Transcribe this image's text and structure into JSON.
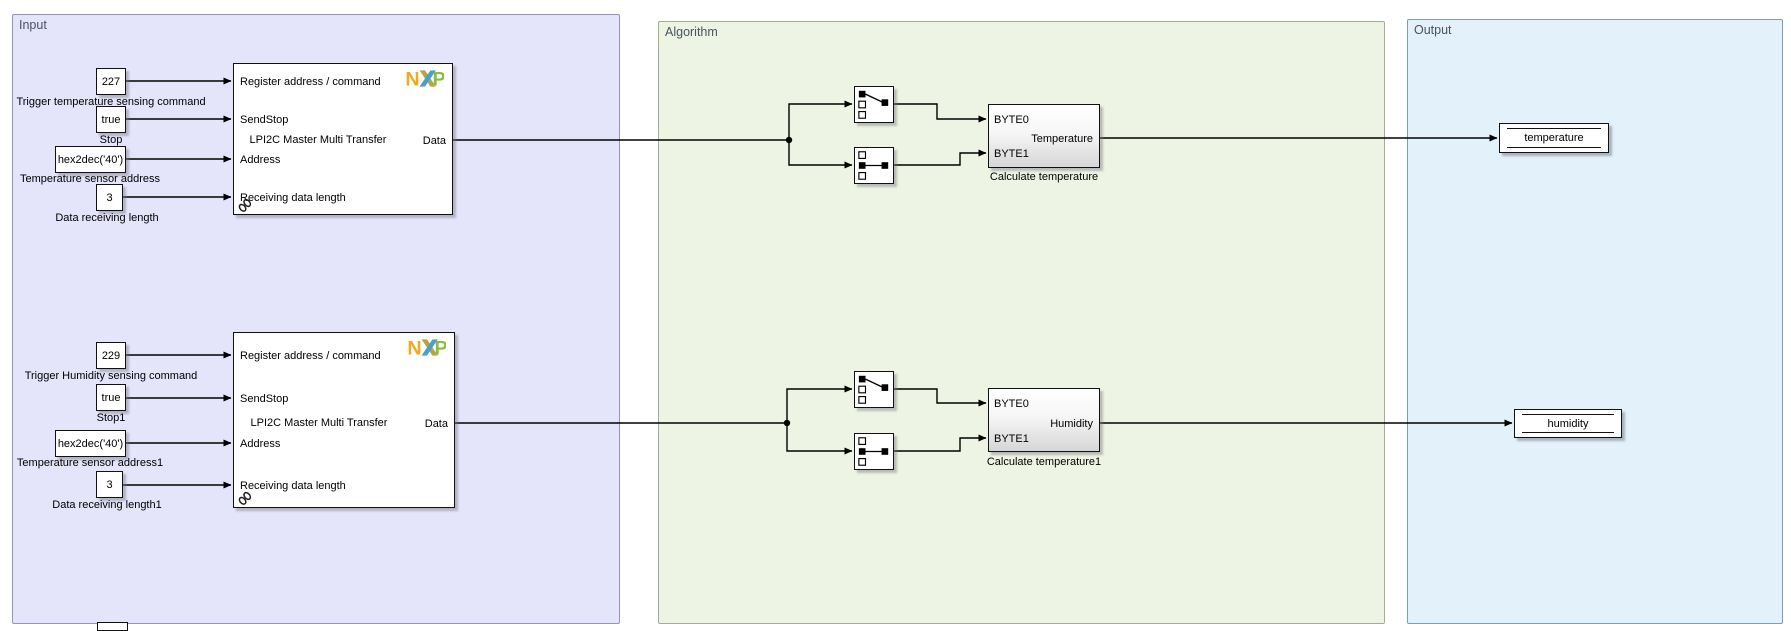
{
  "regions": {
    "input": {
      "label": "Input"
    },
    "algorithm": {
      "label": "Algorithm"
    },
    "output": {
      "label": "Output"
    }
  },
  "icons": {
    "nxp_logo": "NXP",
    "library_link": "chain-link",
    "selector_diag": "selector-first-element",
    "selector_mid": "selector-second-element"
  },
  "transfer1": {
    "title": "LPI2C Master Multi Transfer",
    "ports_in": [
      "Register address / command",
      "SendStop",
      "Address",
      "Receiving data length"
    ],
    "port_out": "Data",
    "constants": [
      {
        "value": "227",
        "label": "Trigger temperature sensing command"
      },
      {
        "value": "true",
        "label": "Stop"
      },
      {
        "value": "hex2dec('40')",
        "label": "Temperature sensor address"
      },
      {
        "value": "3",
        "label": "Data receiving length"
      }
    ]
  },
  "transfer2": {
    "title": "LPI2C Master Multi Transfer",
    "ports_in": [
      "Register address / command",
      "SendStop",
      "Address",
      "Receiving data length"
    ],
    "port_out": "Data",
    "constants": [
      {
        "value": "229",
        "label": "Trigger Humidity sensing command"
      },
      {
        "value": "true",
        "label": "Stop1"
      },
      {
        "value": "hex2dec('40')",
        "label": "Temperature sensor address1"
      },
      {
        "value": "3",
        "label": "Data receiving length1"
      }
    ]
  },
  "calc1": {
    "in1": "BYTE0",
    "in2": "BYTE1",
    "out": "Temperature",
    "label": "Calculate temperature"
  },
  "calc2": {
    "in1": "BYTE0",
    "in2": "BYTE1",
    "out": "Humidity",
    "label": "Calculate temperature1"
  },
  "outports": {
    "temperature": "temperature",
    "humidity": "humidity"
  }
}
